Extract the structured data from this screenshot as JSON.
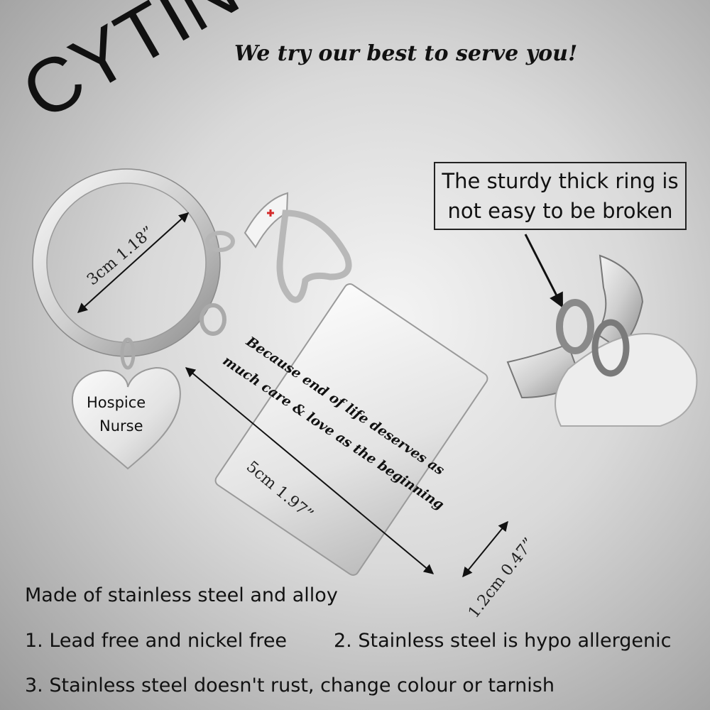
{
  "brand": "CYTING",
  "tagline": "We try our best to serve you!",
  "callout": {
    "line1": "The sturdy thick ring is",
    "line2": "not easy to be broken"
  },
  "dimensions": {
    "ring": "3cm 1.18”",
    "length": "5cm 1.97”",
    "width": "1.2cm 0.47”"
  },
  "heart_charm": {
    "line1": "Hospice",
    "line2": "Nurse"
  },
  "plate_engraving": {
    "line1": "Because end of life deserves as",
    "line2": "much care & love as the beginning"
  },
  "features": {
    "material": "Made of stainless steel and alloy",
    "item1": "1. Lead free and nickel free",
    "item2": "2. Stainless steel is hypo allergenic",
    "item3": "3. Stainless steel doesn't rust, change colour or tarnish"
  },
  "colors": {
    "cross": "#d42a2a",
    "metal": "#c8c8c8"
  }
}
